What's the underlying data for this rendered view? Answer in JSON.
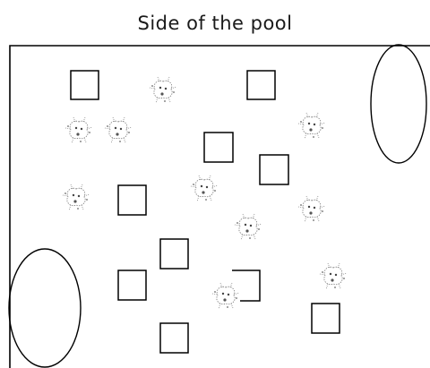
{
  "title": "Side of the pool",
  "colors": {
    "line": "#000000",
    "background": "#ffffff",
    "pool_item": "#777777"
  },
  "icons": {
    "square": "square-outline",
    "oval": "ellipse-outline",
    "pool_item": "sketched-pool-item-icon"
  }
}
